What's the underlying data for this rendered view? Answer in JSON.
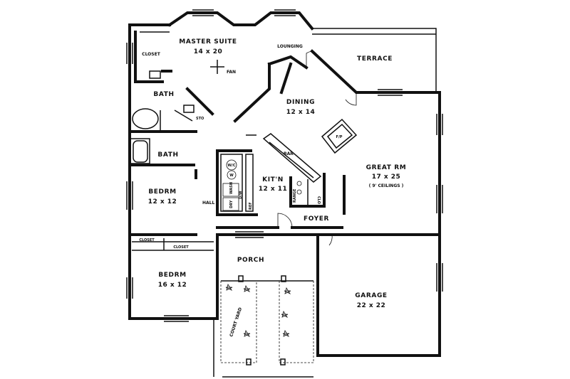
{
  "rooms": {
    "master_suite": {
      "name": "MASTER SUITE",
      "size": "14 x 20"
    },
    "lounging": {
      "name": "LOUNGING"
    },
    "terrace": {
      "name": "TERRACE"
    },
    "closet_master": {
      "name": "CLOSET"
    },
    "fan": {
      "name": "FAN"
    },
    "bath_master": {
      "name": "BATH"
    },
    "sto": {
      "name": "STO"
    },
    "dining": {
      "name": "DINING",
      "size": "12 x 14"
    },
    "fireplace": {
      "name": "F/P"
    },
    "bath_hall": {
      "name": "BATH"
    },
    "bar": {
      "name": "BAR"
    },
    "great_room": {
      "name": "GREAT RM",
      "size": "17 x 25",
      "note": "( 9' CEILINGS )"
    },
    "kitchen": {
      "name": "KIT'N",
      "size": "12 x 11"
    },
    "bedroom_1": {
      "name": "BEDRM",
      "size": "12 x 12"
    },
    "hall": {
      "name": "HALL"
    },
    "foyer": {
      "name": "FOYER"
    },
    "closet_bed_1": {
      "name": "CLOSET"
    },
    "closet_bed_2": {
      "name": "CLOSET"
    },
    "porch": {
      "name": "PORCH"
    },
    "bedroom_2": {
      "name": "BEDRM",
      "size": "16 x 12"
    },
    "garage": {
      "name": "GARAGE",
      "size": "22 x 22"
    },
    "court_yard": {
      "name": "COURT YARD"
    }
  },
  "appliances": {
    "wasw": "W/C",
    "washer": "WASH",
    "dryer": "DRY",
    "dw": "D/W",
    "ref": "REF",
    "range": "RANGE",
    "clo": "CLO",
    "w": "W"
  }
}
